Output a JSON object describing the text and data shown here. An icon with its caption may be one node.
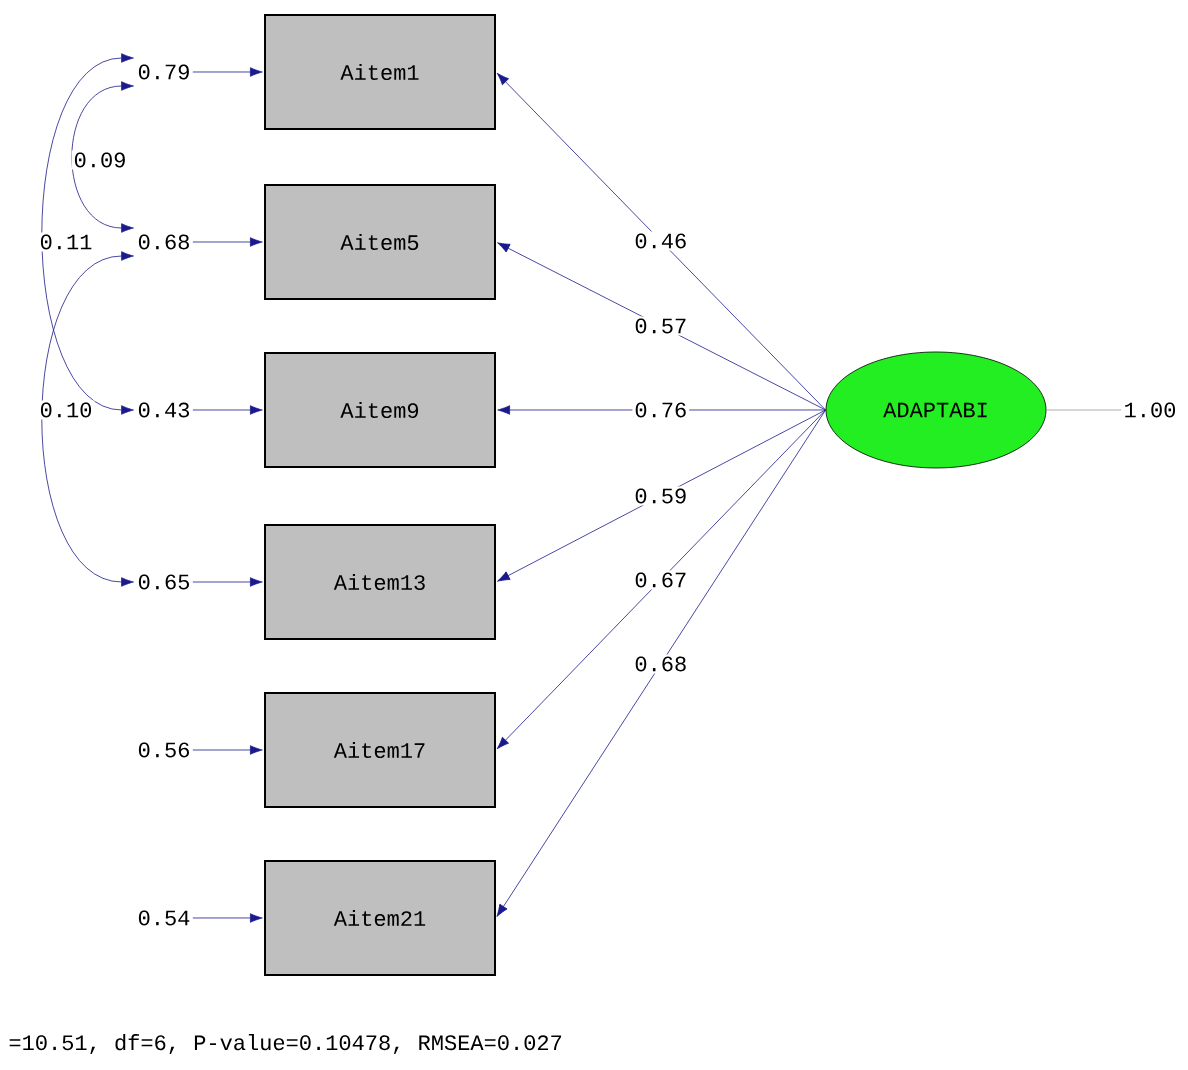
{
  "diagram": {
    "nodes": [
      {
        "text": [
          "Aitem1"
        ]
      },
      {
        "text": [
          "Aitem5"
        ]
      },
      {
        "text": [
          "Aitem9"
        ]
      },
      {
        "text": [
          "Aitem13"
        ]
      },
      {
        "text": [
          "Aitem17"
        ]
      },
      {
        "text": [
          "Aitem21"
        ]
      },
      {
        "text": [
          "ADAPTABI"
        ]
      },
      {
        "text": [
          "1.00"
        ]
      },
      {
        "text": [
          "0.79"
        ]
      },
      {
        "text": [
          "0.68"
        ]
      },
      {
        "text": [
          "0.43"
        ]
      },
      {
        "text": [
          "0.65"
        ]
      },
      {
        "text": [
          "0.56"
        ]
      },
      {
        "text": [
          "0.54"
        ]
      }
    ],
    "edges": [
      {
        "from": 6,
        "to": 0,
        "arrow": "to",
        "label": "0.46"
      },
      {
        "from": 6,
        "to": 1,
        "arrow": "to",
        "label": "0.57"
      },
      {
        "from": 6,
        "to": 2,
        "arrow": "to",
        "label": "0.76"
      },
      {
        "from": 6,
        "to": 3,
        "arrow": "to",
        "label": "0.59"
      },
      {
        "from": 6,
        "to": 4,
        "arrow": "to",
        "label": "0.67"
      },
      {
        "from": 6,
        "to": 5,
        "arrow": "to",
        "label": "0.68"
      },
      {
        "from": 8,
        "to": 0,
        "arrow": "to"
      },
      {
        "from": 9,
        "to": 1,
        "arrow": "to"
      },
      {
        "from": 10,
        "to": 2,
        "arrow": "to"
      },
      {
        "from": 11,
        "to": 3,
        "arrow": "to"
      },
      {
        "from": 12,
        "to": 4,
        "arrow": "to"
      },
      {
        "from": 13,
        "to": 5,
        "arrow": "to"
      },
      {
        "from": 6,
        "to": 7,
        "arrow": "none",
        "color": "#999999"
      },
      {
        "from": 8,
        "to": 9,
        "arrow": "both",
        "label": "0.09"
      },
      {
        "from": 8,
        "to": 10,
        "arrow": "both",
        "label": "0.11"
      },
      {
        "from": 9,
        "to": 11,
        "arrow": "both",
        "label": "0.10"
      }
    ],
    "labels": [
      "=10.51, df=6, P-value=0.10478, RMSEA=0.027"
    ]
  }
}
